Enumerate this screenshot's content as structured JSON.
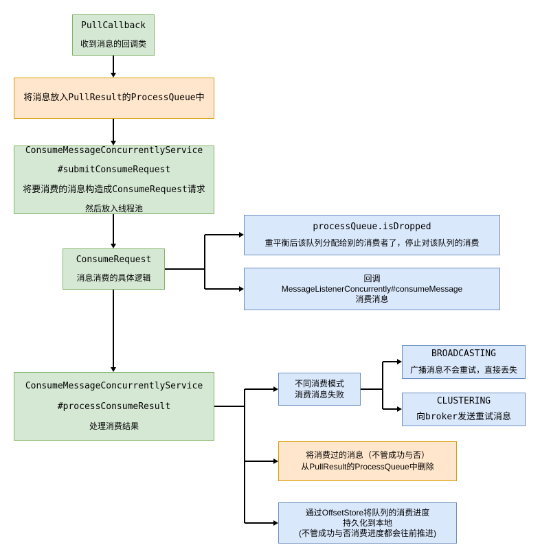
{
  "diagram": {
    "title": "RocketMQ concurrent message consumption flow",
    "colors": {
      "green_fill": "#d5e8d4",
      "green_border": "#82b366",
      "orange_fill": "#ffe6cc",
      "orange_border": "#d79b00",
      "blue_fill": "#dae8fc",
      "blue_border": "#6c8ebf",
      "connector": "#000000",
      "background": "#ffffff"
    },
    "nodes": {
      "pull_callback": {
        "lines": [
          "PullCallback",
          "收到消息的回调类"
        ]
      },
      "put_process_queue": {
        "lines": [
          "将消息放入PullResult的ProcessQueue中"
        ]
      },
      "submit_consume_request": {
        "lines": [
          "ConsumeMessageConcurrentlyService",
          "#submitConsumeRequest",
          "将要消费的消息构造成ConsumeRequest请求",
          "然后放入线程池"
        ]
      },
      "consume_request": {
        "lines": [
          "ConsumeRequest",
          "消息消费的具体逻辑"
        ]
      },
      "process_queue_dropped": {
        "lines": [
          "processQueue.isDropped",
          "重平衡后该队列分配给别的消费者了，停止对该队列的消费"
        ]
      },
      "callback_consume_message": {
        "lines": [
          "回调",
          "MessageListenerConcurrently#consumeMessage",
          "消费消息"
        ]
      },
      "process_consume_result": {
        "lines": [
          "ConsumeMessageConcurrentlyService",
          "#processConsumeResult",
          "处理消费结果"
        ]
      },
      "consume_mode": {
        "lines": [
          "不同消费模式",
          "消费消息失败"
        ]
      },
      "broadcasting": {
        "lines": [
          "BROADCASTING",
          "广播消息不会重试，直接丢失"
        ]
      },
      "clustering": {
        "lines": [
          "CLUSTERING",
          "向broker发送重试消息"
        ]
      },
      "remove_from_queue": {
        "lines": [
          "将消费过的消息（不管成功与否）",
          "从PullResult的ProcessQueue中删除"
        ]
      },
      "offset_store": {
        "lines": [
          "通过OffsetStore将队列的消费进度",
          "持久化到本地",
          "(不管成功与否消费进度都会往前推进)"
        ]
      }
    }
  }
}
